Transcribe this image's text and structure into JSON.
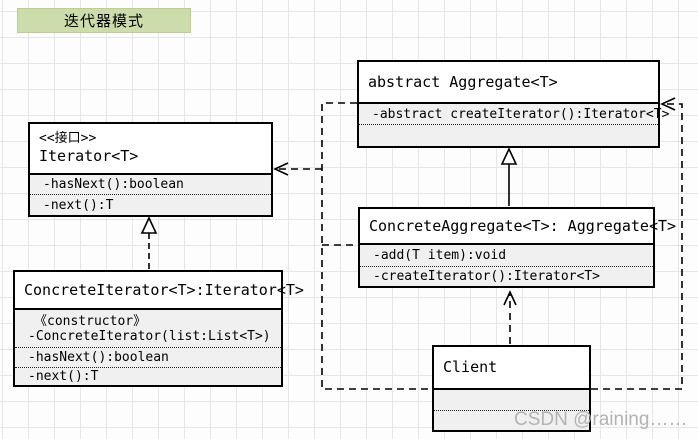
{
  "title": {
    "label": "迭代器模式"
  },
  "watermark": {
    "text": "CSDN @raining……"
  },
  "colors": {
    "title_bg": "#ccdcaa",
    "section_bg": "#f0f0f0",
    "border": "#000000",
    "grid_line": "#e6e6e6",
    "watermark": "#b3b3b3"
  },
  "classes": {
    "iterator": {
      "stereotype": "<<接口>>",
      "name": "Iterator<T>",
      "members": [
        "-hasNext():boolean",
        "-next():T"
      ]
    },
    "aggregate": {
      "name": "abstract Aggregate<T>",
      "members": [
        "-abstract createIterator():Iterator<T>",
        ""
      ]
    },
    "concrete_iterator": {
      "name": "ConcreteIterator<T>:Iterator<T>",
      "ctor_stereotype": "《constructor》",
      "ctor": "-ConcreteIterator(list:List<T>)",
      "members": [
        "-hasNext():boolean",
        "-next():T"
      ]
    },
    "concrete_aggregate": {
      "name": "ConcreteAggregate<T>: Aggregate<T>",
      "members": [
        "-add(T item):void",
        "-createIterator():Iterator<T>"
      ]
    },
    "client": {
      "name": "Client",
      "members": [
        "",
        ""
      ]
    }
  },
  "relationships": [
    {
      "type": "realization",
      "from": "ConcreteIterator<T>",
      "to": "Iterator<T>"
    },
    {
      "type": "generalization",
      "from": "ConcreteAggregate<T>",
      "to": "Aggregate<T>"
    },
    {
      "type": "dependency",
      "from": "Client",
      "to": "ConcreteAggregate<T>"
    },
    {
      "type": "dependency",
      "from": "Client",
      "to": "Iterator<T>"
    },
    {
      "type": "dependency",
      "from": "Client",
      "to": "Aggregate<T>"
    }
  ]
}
